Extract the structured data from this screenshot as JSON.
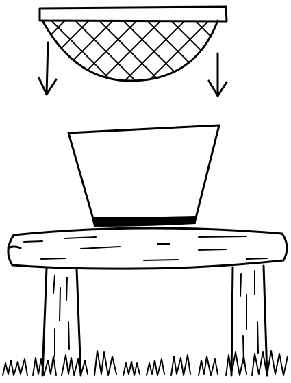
{
  "illustration": {
    "ink_color": "#000000",
    "background_color": "#ffffff",
    "objects": [
      "sieve-net",
      "arrow-icon",
      "tub",
      "wooden-bench",
      "grass"
    ]
  }
}
